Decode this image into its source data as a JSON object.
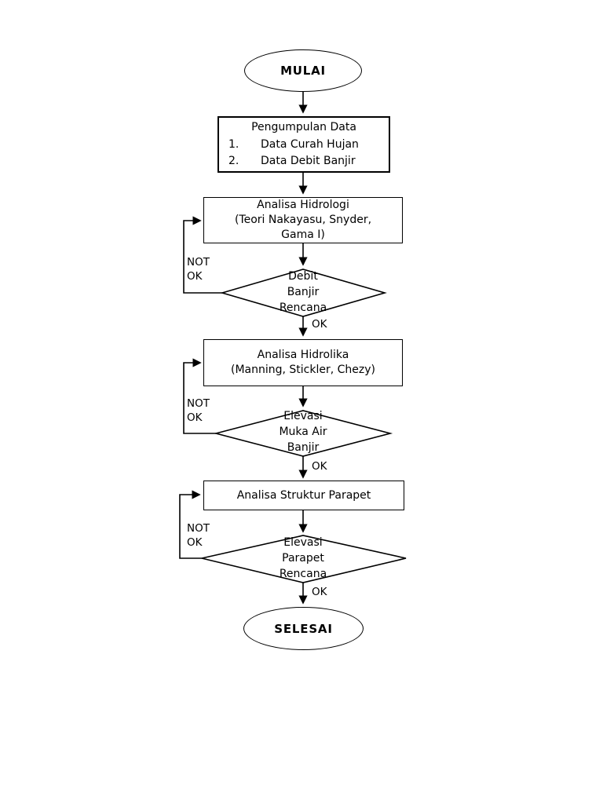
{
  "diagram": {
    "start_label": "MULAI",
    "end_label": "SELESAI",
    "data_box": {
      "title": "Pengumpulan Data",
      "items": [
        {
          "num": "1.",
          "text": "Data Curah Hujan"
        },
        {
          "num": "2.",
          "text": "Data Debit Banjir"
        }
      ]
    },
    "hydrology_box": {
      "line1": "Analisa Hidrologi",
      "line2": "(Teori Nakayasu, Snyder,",
      "line3": "Gama I)"
    },
    "discharge_decision": {
      "line1": "Debit",
      "line2": "Banjir",
      "line3": "Rencana"
    },
    "hydraulics_box": {
      "line1": "Analisa Hidrolika",
      "line2": "(Manning, Stickler, Chezy)"
    },
    "water_level_decision": {
      "line1": "Elevasi",
      "line2": "Muka Air",
      "line3": "Banjir"
    },
    "parapet_box": {
      "line1": "Analisa Struktur Parapet"
    },
    "parapet_decision": {
      "line1": "Elevasi",
      "line2": "Parapet",
      "line3": "Rencana"
    },
    "edge_labels": {
      "ok": "OK",
      "not_ok_top": "NOT",
      "not_ok_bottom": "OK"
    },
    "colors": {
      "line": "#000000",
      "background": "#ffffff",
      "text": "#000000"
    }
  }
}
